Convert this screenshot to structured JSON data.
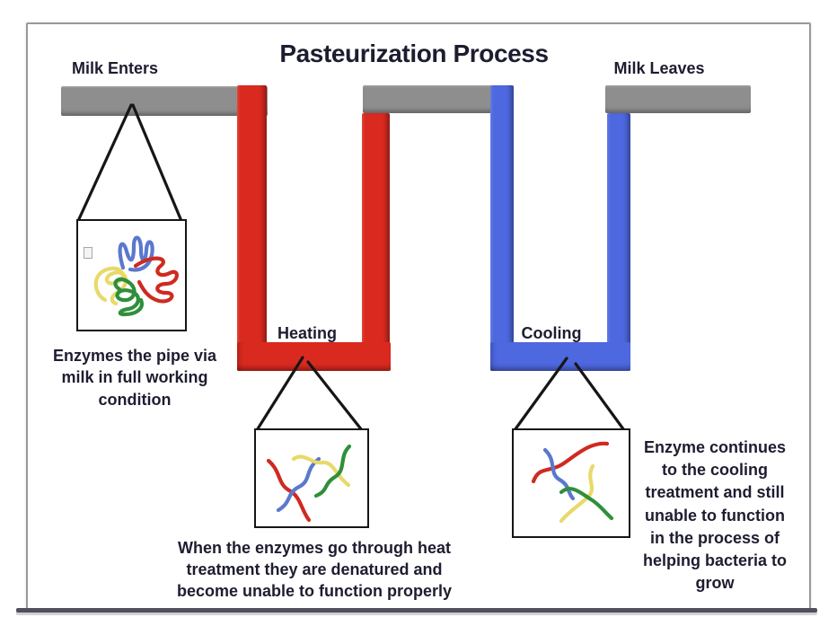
{
  "title": "Pasteurization Process",
  "labels": {
    "milk_enters": "Milk Enters",
    "milk_leaves": "Milk Leaves",
    "heating": "Heating",
    "cooling": "Cooling"
  },
  "captions": {
    "intake": "Enzymes the pipe via\nmilk in full working\ncondition",
    "heating": "When the enzymes go through heat\ntreatment they are denatured and\nbecome unable to function properly",
    "cooling": "Enzyme continues\nto the cooling\ntreatment and still\nunable to function\nin the process of\nhelping bacteria to\ngrow"
  },
  "colors": {
    "pipe_gray": "#8e8e8e",
    "heating_red": "#da2a20",
    "cooling_blue": "#4e68e0",
    "enzyme_red": "#cf2a21",
    "enzyme_blue": "#5b78cf",
    "enzyme_yellow": "#e9d96a",
    "enzyme_green": "#2f8f3a",
    "text_color": "#1d1d30"
  }
}
